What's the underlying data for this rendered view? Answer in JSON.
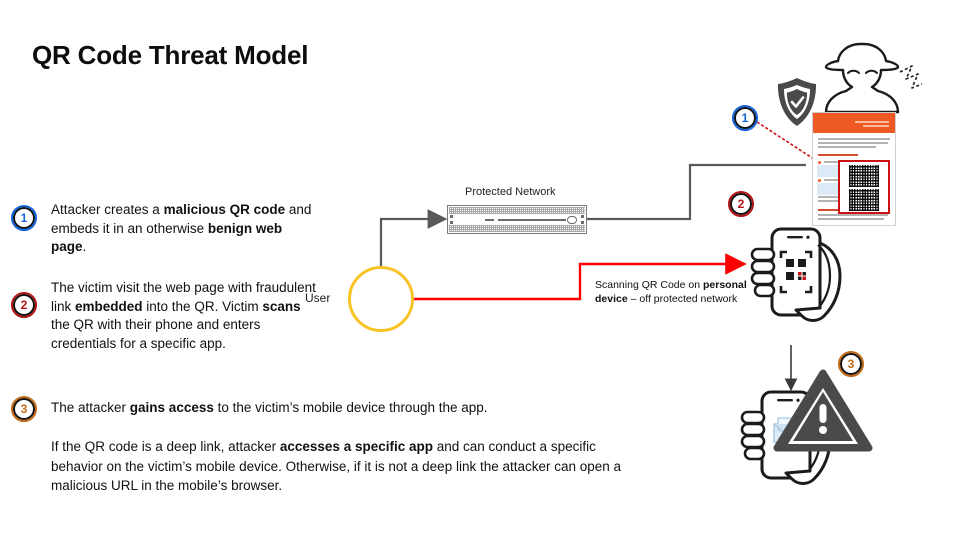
{
  "page": {
    "title": "QR Code Threat Model",
    "background_color": "#ffffff"
  },
  "colors": {
    "step1_accent": "#1565d8",
    "step2_accent": "#b01414",
    "step3_accent": "#c06a16",
    "user_ring": "#f7c325",
    "attack_path": "#ff0000",
    "network_path": "#5a5a5a",
    "webpage_header": "#ef5a24",
    "qr_highlight": "#cc1111"
  },
  "steps": [
    {
      "number": "1",
      "marker_name": "circled-number-1",
      "accent": "#1565d8",
      "text_html": "Attacker creates a <b>malicious QR code</b> and embeds it in an otherwise <b>benign web page</b>."
    },
    {
      "number": "2",
      "marker_name": "circled-number-2",
      "accent": "#b01414",
      "text_html": "The victim visit the web page with fraudulent link <b>embedded</b> into the QR. Victim <b>scans</b> the QR with their phone and enters credentials for a specific app."
    },
    {
      "number": "3",
      "marker_name": "circled-number-3",
      "accent": "#c06a16",
      "text_html": "The attacker <b>gains access</b> to the victim’s mobile device through the app."
    }
  ],
  "deeplink_note": {
    "text_html": "If the QR code is a deep link, attacker <b>accesses a specific app</b> and can conduct a specific behavior on the victim’s mobile device. Otherwise, if it is not a deep link the attacker can open a malicious URL in the mobile’s browser."
  },
  "diagram": {
    "protected_network_label": "Protected Network",
    "user_label": "User",
    "scan_note_html": "Scanning QR Code on <b>personal device</b> – off protected network",
    "markers": [
      {
        "number": "1",
        "accent": "#1565d8"
      },
      {
        "number": "2",
        "accent": "#b01414"
      },
      {
        "number": "3",
        "accent": "#c06a16"
      }
    ],
    "icons": [
      "shield-check-icon",
      "attacker-icon",
      "webpage-mockup",
      "qr-code-image",
      "hand-holding-phone-scanning-qr-icon",
      "hand-holding-phone-mail-icon",
      "warning-triangle-icon",
      "user-person-icon",
      "firewall-icon"
    ]
  }
}
